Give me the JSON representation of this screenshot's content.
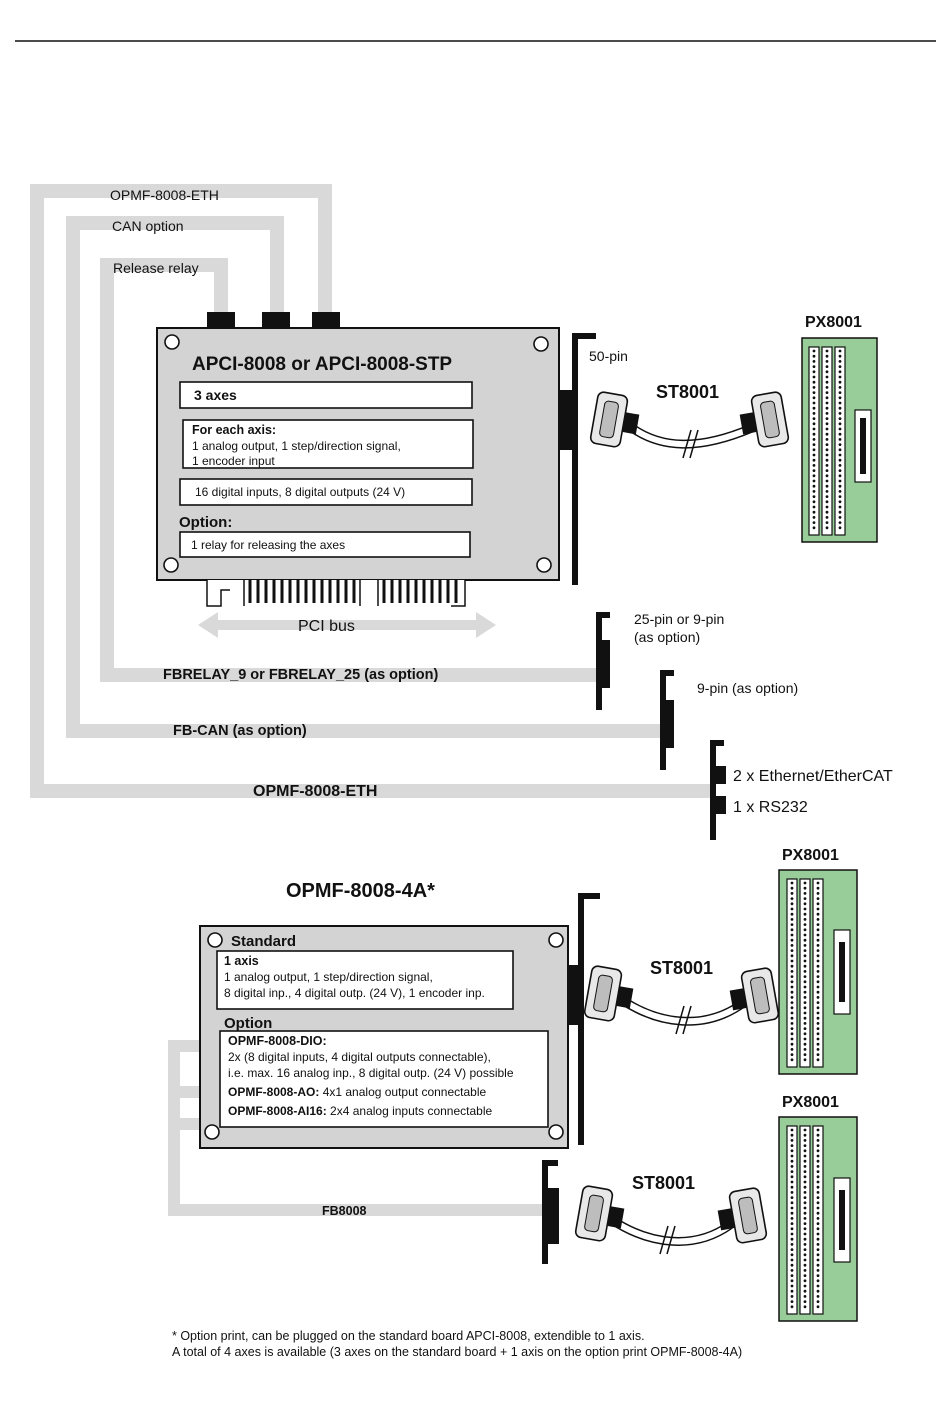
{
  "top_card": {
    "title": "APCI-8008 or APCI-8008-STP",
    "axes": "3 axes",
    "each_axis_title": "For each axis:",
    "each_axis_line1": "1 analog output, 1 step/direction signal,",
    "each_axis_line2": "1 encoder input",
    "digital": "16 digital inputs, 8 digital outputs (24 V)",
    "option_title": "Option:",
    "option_text": "1 relay for releasing the axes",
    "bus_label": "PCI bus"
  },
  "top_labels": {
    "opmf_eth": "OPMF-8008-ETH",
    "can_option": "CAN option",
    "release_relay": "Release relay"
  },
  "top_connection": {
    "pin_label": "50-pin",
    "cable": "ST8001",
    "terminal": "PX8001"
  },
  "option_wires": {
    "fbrelay": "FBRELAY_9 or FBRELAY_25 (as option)",
    "fbrelay_pin1": "25-pin or 9-pin",
    "fbrelay_pin2": "(as option)",
    "fbcan": "FB-CAN (as option)",
    "fbcan_pin": "9-pin (as option)",
    "eth": "OPMF-8008-ETH",
    "eth_port1": "2 x Ethernet/EtherCAT",
    "eth_port2": "1 x RS232"
  },
  "bottom_card": {
    "heading": "OPMF-8008-4A*",
    "standard": "Standard",
    "axis_title": "1 axis",
    "axis_line1": "1 analog output, 1 step/direction signal,",
    "axis_line2": "8 digital inp., 4 digital outp. (24 V), 1 encoder inp.",
    "option": "Option",
    "dio_title": "OPMF-8008-DIO:",
    "dio_line1": "2x (8 digital inputs, 4 digital outputs connectable),",
    "dio_line2": "i.e. max. 16 analog inp., 8 digital outp. (24 V) possible",
    "ao_name": "OPMF-8008-AO:",
    "ao_text": " 4x1 analog output connectable",
    "ai_name": "OPMF-8008-AI16:",
    "ai_text": " 2x4 analog inputs connectable",
    "fb_label": "FB8008",
    "cable1": "ST8001",
    "terminal1": "PX8001",
    "cable2": "ST8001",
    "terminal2": "PX8001"
  },
  "footnote": {
    "line1": "* Option print, can be plugged on the standard board APCI-8008, extendible to 1 axis.",
    "line2": "A total of 4 axes is available (3 axes on the standard board + 1 axis on the option print OPMF-8008-4A)"
  }
}
